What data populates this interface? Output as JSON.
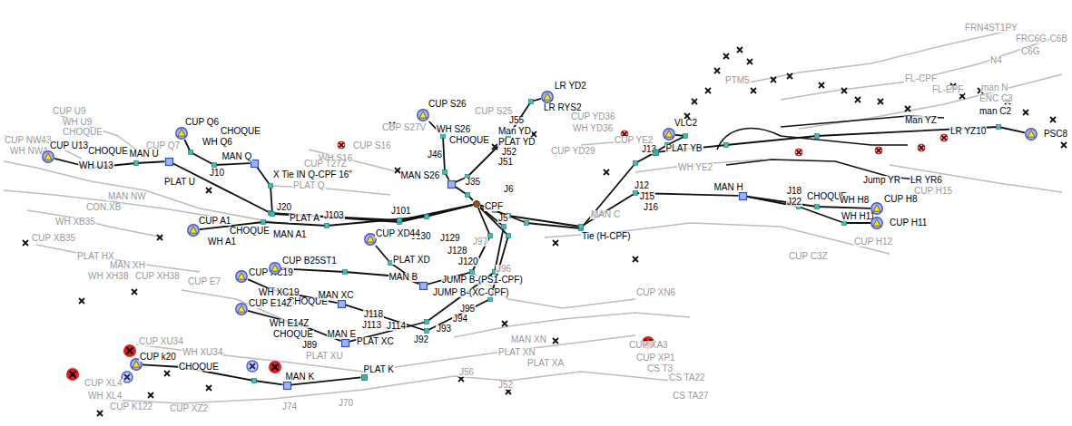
{
  "diagram": {
    "nodes": [
      {
        "text": [
          "CUP U13"
        ]
      },
      {
        "text": [
          "CUP Q6"
        ]
      },
      {
        "text": [
          "CUP S26"
        ]
      },
      {
        "text": [
          "LR YD2"
        ]
      },
      {
        "text": [
          "VLC2"
        ]
      },
      {
        "text": [
          "PSC8"
        ]
      },
      {
        "text": [
          "CUP H8"
        ]
      },
      {
        "text": [
          "CUP H11"
        ]
      },
      {
        "text": [
          "CUP A1"
        ]
      },
      {
        "text": [
          "CUP XC19"
        ]
      },
      {
        "text": [
          "CUP E14Z"
        ]
      },
      {
        "text": [
          "CUP k20"
        ]
      },
      {
        "text": [
          "CUP XD44"
        ]
      },
      {
        "text": [
          "CUP B25ST1"
        ]
      },
      {
        "text": [
          "MAN U"
        ]
      },
      {
        "text": [
          "MAN Q"
        ]
      },
      {
        "text": [
          "MAN S26"
        ]
      },
      {
        "text": [
          "CPF"
        ]
      },
      {
        "text": [
          "MAN H"
        ]
      },
      {
        "text": [
          "PLAT YB"
        ]
      },
      {
        "text": [
          "MAN E"
        ]
      },
      {
        "text": [
          "MAN K"
        ]
      },
      {
        "text": [
          "PLAT K"
        ]
      },
      {
        "text": [
          "MAN XC"
        ]
      },
      {
        "text": [
          "MAN B"
        ]
      }
    ],
    "edges": [
      {
        "from": 0,
        "to": 14,
        "arrow": "none"
      },
      {
        "from": 14,
        "to": 17,
        "arrow": "none"
      },
      {
        "from": 1,
        "to": 15,
        "arrow": "none"
      },
      {
        "from": 15,
        "to": 17,
        "arrow": "none"
      },
      {
        "from": 2,
        "to": 16,
        "arrow": "none"
      },
      {
        "from": 3,
        "to": 16,
        "arrow": "none"
      },
      {
        "from": 16,
        "to": 17,
        "arrow": "none"
      },
      {
        "from": 4,
        "to": 19,
        "arrow": "none"
      },
      {
        "from": 5,
        "to": 19,
        "arrow": "none"
      },
      {
        "from": 19,
        "to": 17,
        "arrow": "none"
      },
      {
        "from": 6,
        "to": 18,
        "arrow": "none"
      },
      {
        "from": 7,
        "to": 18,
        "arrow": "none"
      },
      {
        "from": 18,
        "to": 17,
        "arrow": "none"
      },
      {
        "from": 8,
        "to": 17,
        "arrow": "none"
      },
      {
        "from": 12,
        "to": 24,
        "arrow": "none"
      },
      {
        "from": 13,
        "to": 24,
        "arrow": "none"
      },
      {
        "from": 9,
        "to": 23,
        "arrow": "none"
      },
      {
        "from": 23,
        "to": 17,
        "arrow": "none"
      },
      {
        "from": 10,
        "to": 20,
        "arrow": "none"
      },
      {
        "from": 20,
        "to": 17,
        "arrow": "none"
      },
      {
        "from": 11,
        "to": 21,
        "arrow": "none"
      },
      {
        "from": 21,
        "to": 22,
        "arrow": "none"
      },
      {
        "from": 24,
        "to": 17,
        "arrow": "none"
      }
    ],
    "labels": [
      "WH U13",
      "CHOQUE",
      "PLAT U",
      "WH Q6",
      "CHOQUE",
      "J10",
      "X Tie IN Q-CPF 16\"",
      "J20",
      "PLAT A",
      "MAN A1",
      "WH A1",
      "CHOQUE",
      "J103",
      "J101",
      "J130",
      "J129",
      "J128",
      "J120",
      "WH S26",
      "CHOQUE",
      "J46",
      "J35",
      "Man YD",
      "PLAT YD",
      "J52",
      "J51",
      "J55",
      "LR RYS2",
      "J6",
      "J5",
      "Tie (H-CPF)",
      "J13",
      "J12",
      "J15",
      "J16",
      "J18",
      "J22",
      "CHOQUE",
      "WH H8",
      "WH H11",
      "JUMP B-(PS1-CPF)",
      "JUMP B-(XC-CPF)",
      "J95",
      "J94",
      "J93",
      "J92",
      "J114",
      "PLAT XD",
      "PLAT XC",
      "WH XC19",
      "CHOQUE",
      "J118",
      "J113",
      "WH E14Z",
      "CHOQUE",
      "J89",
      "CHOQUE",
      "LR YZ10",
      "LR YR6",
      "Man YZ",
      "man C2",
      "Jump YR",
      "CUP U9",
      "WH U9",
      "CHOQUE",
      "CUP NW43",
      "WH NW4",
      "MAN NW",
      "CON.XB",
      "WH XB35",
      "CUP XB35",
      "PLAT HX",
      "MAN XH",
      "WH XH38",
      "CUP XH38",
      "CUP E7",
      "CUP Q7",
      "CUP S16",
      "WH S16",
      "CUP T27Z",
      "PLAT Q",
      "CUP S27V",
      "CUP S25",
      "CUP YD36",
      "WH YD36",
      "CUP YD29",
      "CUP YE2",
      "WH YE2",
      "J97",
      "J96",
      "MAN C",
      "CUP C3Z",
      "CUP H12",
      "CUP H15",
      "PTM5",
      "FRN4ST1PY",
      "FRC6G",
      "C6B",
      "C6G",
      "N4",
      "FL-CPF",
      "FL-EPF",
      "man N",
      "ENC C3",
      "CUP XN6",
      "CUP XA3",
      "CUP XP1",
      "CS T3",
      "CS TA22",
      "CS TA27",
      "PLAT XN",
      "PLAT XA",
      "MAN XN",
      "J56",
      "J52",
      "PLAT XU",
      "CUP XU34",
      "WH XU34",
      "CUP XL4",
      "WH XL4",
      "CUP XZ2",
      "J74",
      "J70",
      "CUP K122"
    ]
  }
}
